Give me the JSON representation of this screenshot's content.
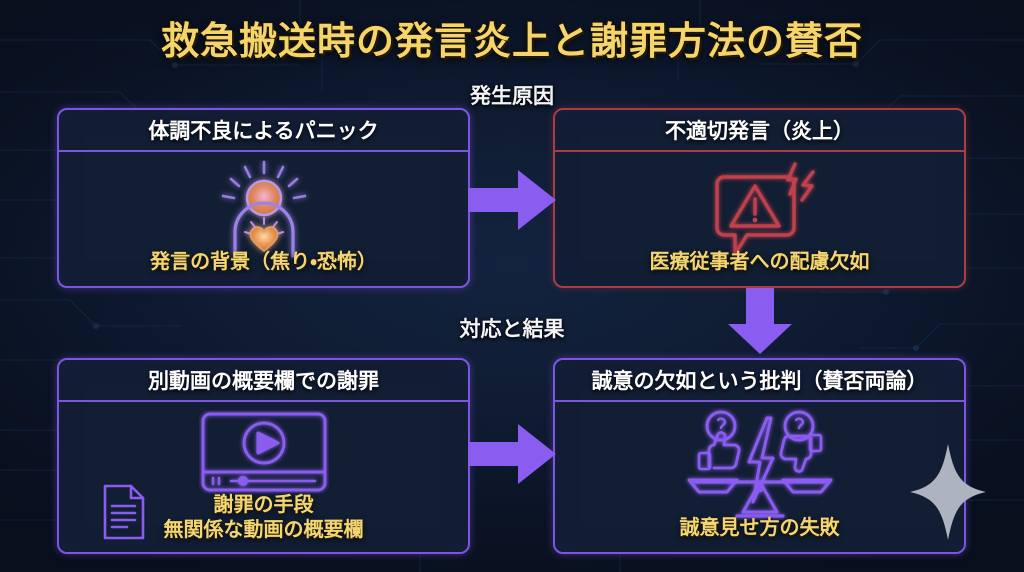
{
  "title": "救急搬送時の発言炎上と謝罪方法の賛否",
  "sections": {
    "cause": "発生原因",
    "response": "対応と結果"
  },
  "boxes": {
    "panic": {
      "heading": "体調不良によるパニック",
      "caption": "発言の背景（焦り・恐怖）",
      "icon": "panicked-person-icon",
      "border_color": "#7c55e0"
    },
    "flame": {
      "heading": "不適切発言（炎上）",
      "caption": "医療従事者への配慮欠如",
      "icon": "warning-speech-bubble-icon",
      "border_color": "#ab3b44"
    },
    "apology": {
      "heading": "別動画の概要欄での謝罪",
      "caption": "謝罪の手段\n無関係な動画の概要欄",
      "icon": "video-player-icon",
      "secondary_icon": "document-icon",
      "border_color": "#7c55e0"
    },
    "criticism": {
      "heading": "誠意の欠如という批判（賛否両論）",
      "caption": "誠意見せ方の失敗",
      "icon": "balance-scale-icon",
      "border_color": "#7c55e0"
    }
  },
  "arrows": {
    "cause_to_flame": "arrow-right",
    "flame_to_criticism": "arrow-down",
    "apology_to_criticism": "arrow-right",
    "color": "#8a5cf0"
  },
  "decor": {
    "sparkle": "sparkle-star-icon",
    "sparkle_color": "#aeb3c0"
  },
  "colors": {
    "background": "#0f1c33",
    "title_gold": "#f5d46a",
    "caption_gold": "#f3d673",
    "heading_white": "#ffffff",
    "panel_fill": "#121e33",
    "purple": "#7c55e0",
    "red": "#ab3b44"
  }
}
